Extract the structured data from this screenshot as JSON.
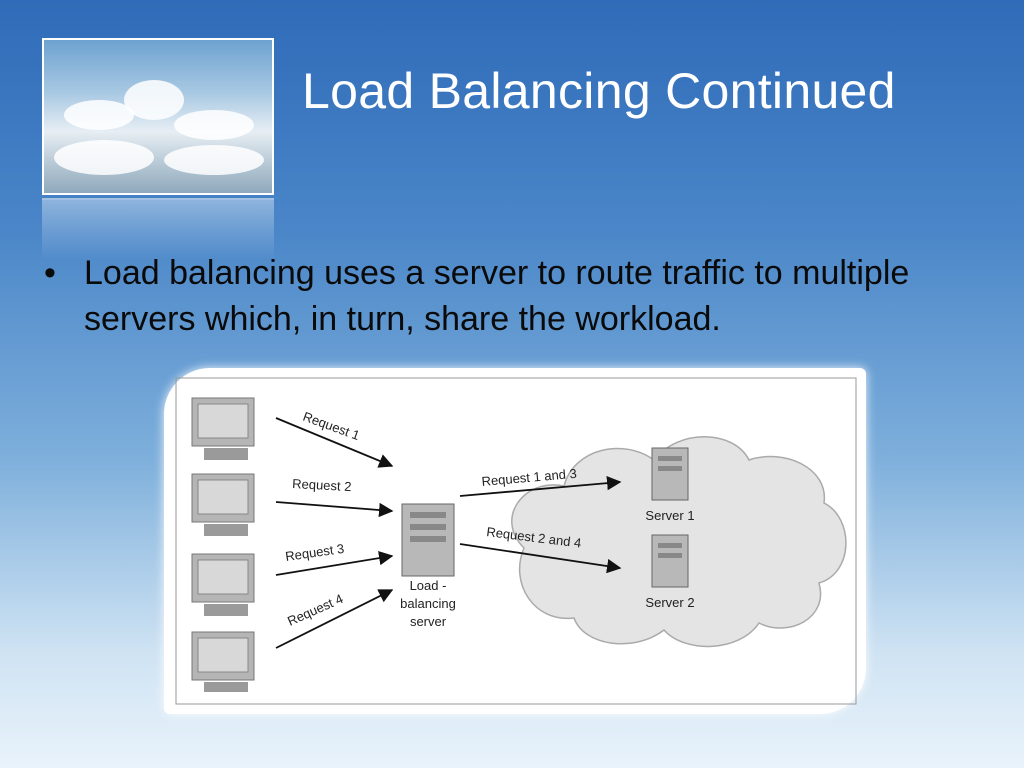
{
  "slide": {
    "title": "Load Balancing Continued",
    "bullet_symbol": "•",
    "bullet_text": "Load balancing uses a server to route traffic to multiple servers which, in turn, share the workload."
  },
  "diagram": {
    "requests": [
      "Request 1",
      "Request 2",
      "Request 3",
      "Request 4"
    ],
    "load_balancer_label": [
      "Load -",
      "balancing",
      "server"
    ],
    "cloud_requests": [
      "Request 1 and 3",
      "Request 2 and 4"
    ],
    "servers": [
      "Server 1",
      "Server 2"
    ]
  },
  "colors": {
    "title_text": "#ffffff",
    "body_text": "#0a0a0a"
  }
}
